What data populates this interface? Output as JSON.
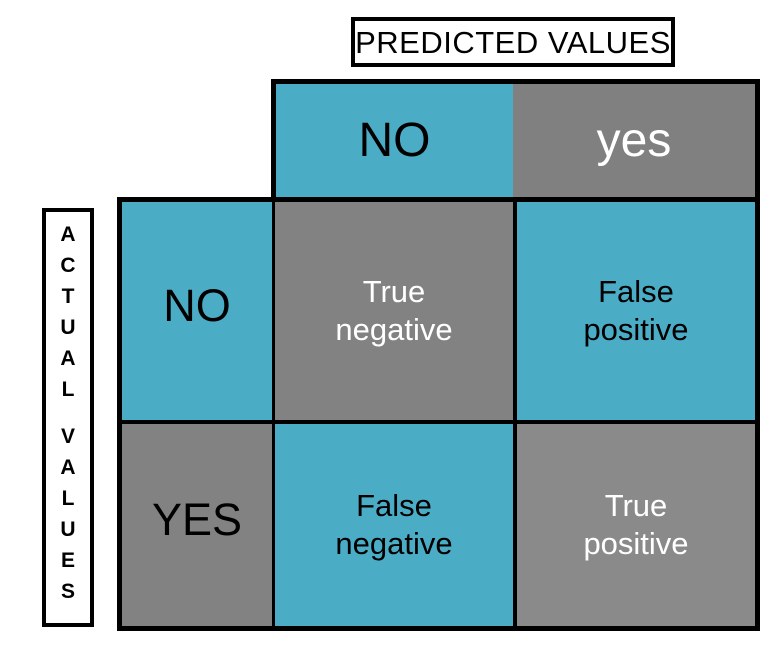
{
  "diagram": {
    "kind": "confusion-matrix",
    "column_axis_title": "PREDICTED VALUES",
    "row_axis_title": "ACTUAL VALUES",
    "row_axis_letters": [
      "A",
      "C",
      "T",
      "U",
      "A",
      "L",
      "",
      "V",
      "A",
      "L",
      "U",
      "E",
      "S"
    ],
    "predicted_headers": [
      {
        "label": "NO",
        "bg": "#4BACC6",
        "fg": "#000000"
      },
      {
        "label": "yes",
        "bg": "#808080",
        "fg": "#FFFFFF"
      }
    ],
    "rows": [
      {
        "actual_label": "NO",
        "actual_label_bg": "#4BACC6",
        "actual_label_fg": "#000000",
        "cells": [
          {
            "line1": "True",
            "line2": "negative",
            "bg": "#828282",
            "fg": "#FFFFFF"
          },
          {
            "line1": "False",
            "line2": "positive",
            "bg": "#4BACC6",
            "fg": "#000000"
          }
        ]
      },
      {
        "actual_label": "YES",
        "actual_label_bg": "#828282",
        "actual_label_fg": "#000000",
        "cells": [
          {
            "line1": "False",
            "line2": "negative",
            "bg": "#4BACC6",
            "fg": "#000000"
          },
          {
            "line1": "True",
            "line2": "positive",
            "bg": "#8A8A8A",
            "fg": "#FFFFFF"
          }
        ]
      }
    ],
    "colors": {
      "teal": "#4BACC6",
      "gray": "#808080",
      "gray_light": "#8A8A8A",
      "border": "#000000",
      "background": "#FFFFFF"
    }
  }
}
